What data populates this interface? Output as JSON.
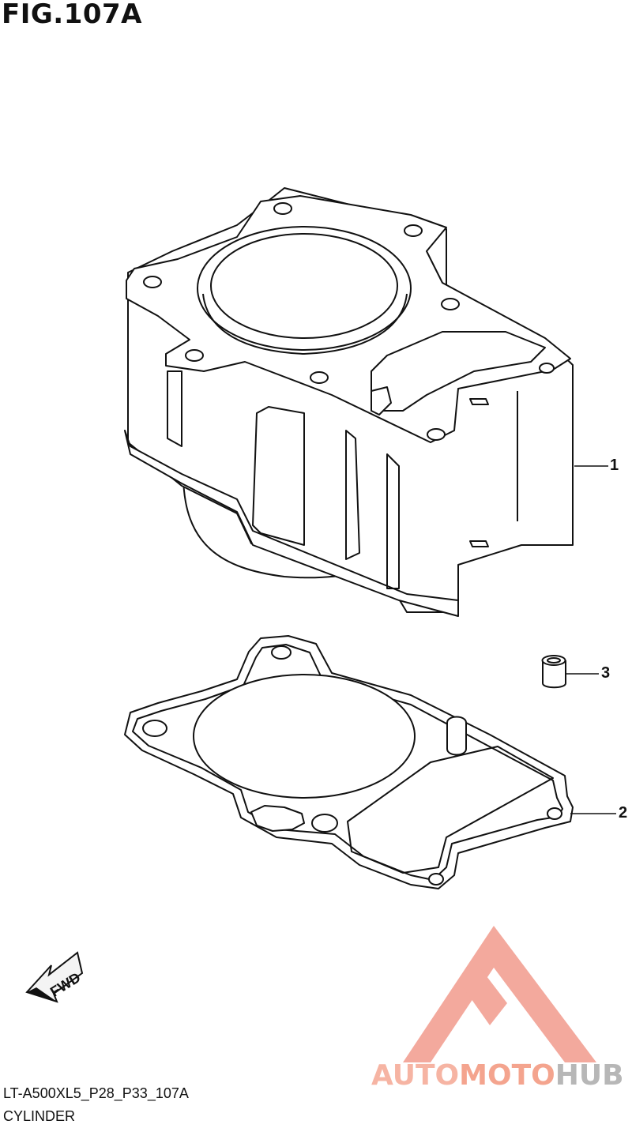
{
  "figure": {
    "title": "FIG.107A",
    "code": "LT-A500XL5_P28_P33_107A",
    "name": "CYLINDER"
  },
  "callouts": [
    {
      "number": "1",
      "part": "cylinder"
    },
    {
      "number": "3",
      "part": "dowel-pin"
    },
    {
      "number": "2",
      "part": "cylinder-gasket"
    }
  ],
  "direction_marker": {
    "text": "FWD"
  },
  "watermark": {
    "part1": "AUTO",
    "part2": "MOTO",
    "part3": "HUB",
    "colors": {
      "auto": "#f6b4a3",
      "moto": "#f4a48e",
      "hub": "#b7b7b7",
      "logo": "#f2a093"
    }
  }
}
